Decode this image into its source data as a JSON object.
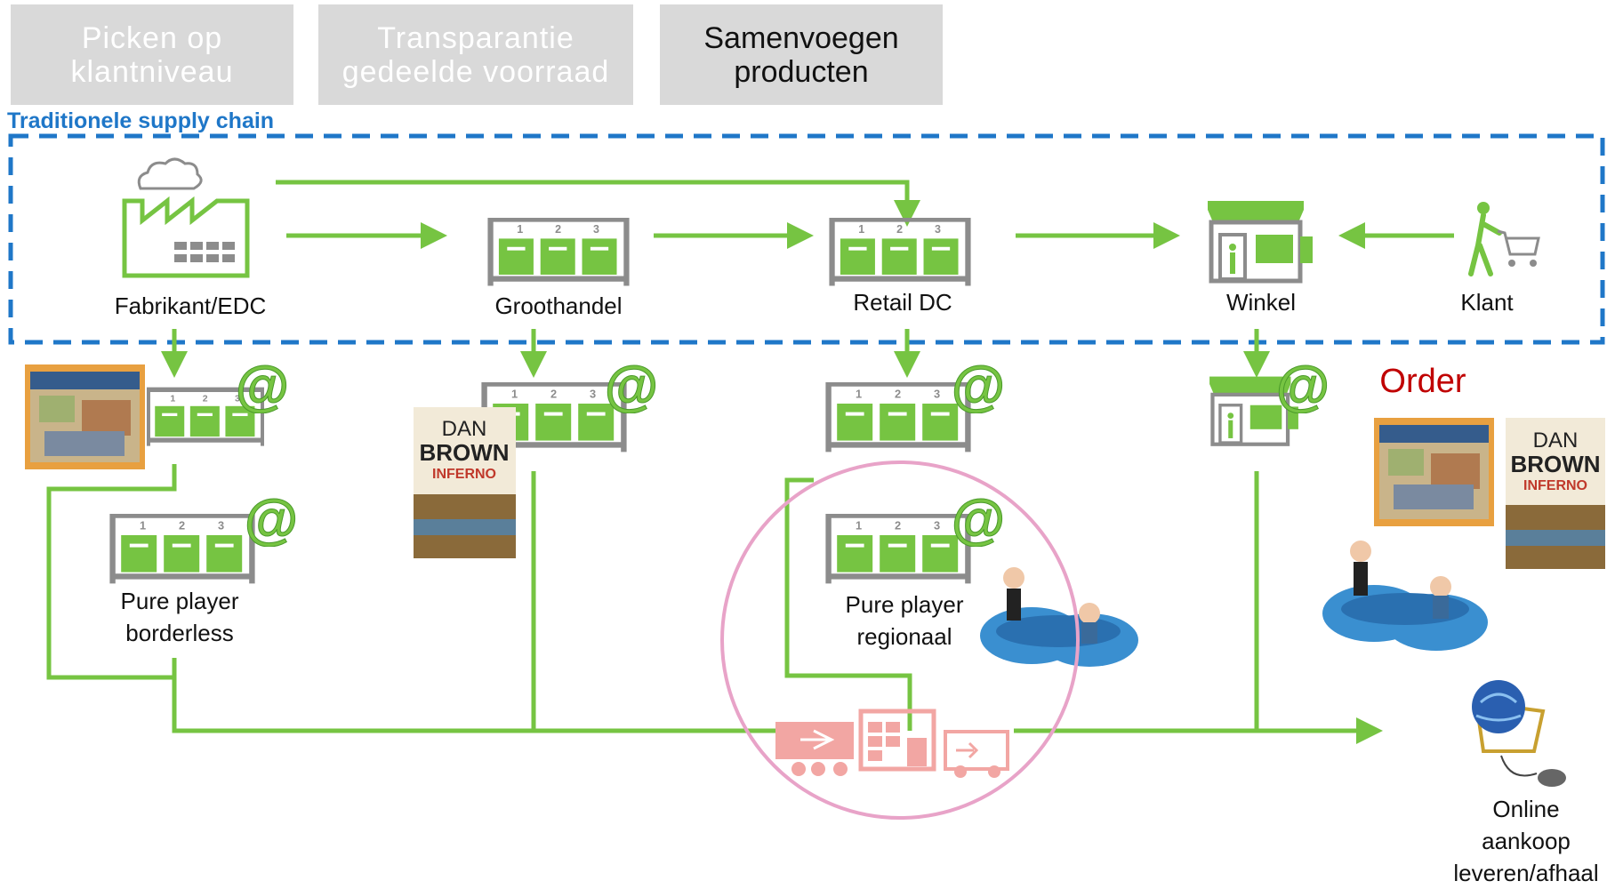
{
  "tabs": [
    {
      "label": "Picken op\nklantniveau",
      "active": false
    },
    {
      "label": "Transparantie\ngedeelde voorraad",
      "active": false
    },
    {
      "label": "Samenvoegen\nproducten",
      "active": true
    }
  ],
  "section_heading": "Traditionele supply chain",
  "nodes": {
    "fabrikant": "Fabrikant/EDC",
    "groothandel": "Groothandel",
    "retail_dc": "Retail DC",
    "winkel": "Winkel",
    "klant": "Klant"
  },
  "pure_player_borderless": "Pure player\nborderless",
  "pure_player_regionaal": "Pure player\nregionaal",
  "order_label": "Order",
  "online_label": "Online aankoop\nleveren/afhaal",
  "book": {
    "author_first": "DAN",
    "author_last": "BROWN",
    "title": "INFERNO"
  },
  "colors": {
    "flow_green": "#76c442",
    "warehouse_gray": "#8c8c8c",
    "dashed_blue": "#1f77c8",
    "highlight_pink": "#e8a3c8",
    "truck_pink": "#f2a6a3",
    "order_red": "#c00000"
  }
}
